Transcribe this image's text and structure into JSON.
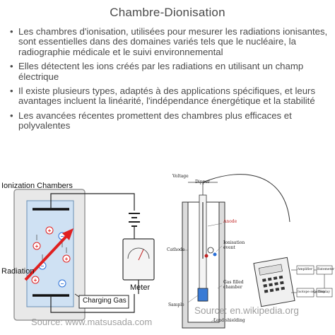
{
  "title": "Chambre-Dionisation",
  "bullets": [
    "Les chambres d'ionisation, utilisées pour mesurer les radiations ionisantes, sont essentielles dans des domaines variés tels que le nucléaire, la radiographie médicale et le suivi environnemental",
    "Elles détectent les ions créés par les radiations en utilisant un champ électrique",
    "Il existe plusieurs types, adaptés à des applications spécifiques, et leurs avantages incluent la linéarité, l'indépendance énergétique et la stabilité",
    "Les avancées récentes promettent des chambres plus efficaces et polyvalentes"
  ],
  "left_figure": {
    "label_chambers": "Ionization Chambers",
    "label_radiation": "Radiation",
    "label_gas": "Charging Gas",
    "label_meter": "Meter",
    "source": "Source: www.matsusada.com"
  },
  "right_figure": {
    "labels": {
      "voltage": "Voltage",
      "dipper": "Dipper",
      "anode": "Anode",
      "cathode": "Cathode",
      "ionisation_event": "Ionisation event",
      "gas_filled": "Gas filled chamber",
      "sample": "Sample",
      "lead": "Lead shielding",
      "amplifier": "Amplifier",
      "ratemeter": "Ratemeter",
      "isotope": "Isotope selection",
      "display": "Display"
    },
    "source": "Source: en.wikipedia.org"
  },
  "colors": {
    "text": "#4a4a4a",
    "radiation_arrow": "#e02020",
    "ion_plus": "#e02020",
    "ion_minus": "#2a6fd8",
    "chamber_fill": "#cfe1f3"
  }
}
